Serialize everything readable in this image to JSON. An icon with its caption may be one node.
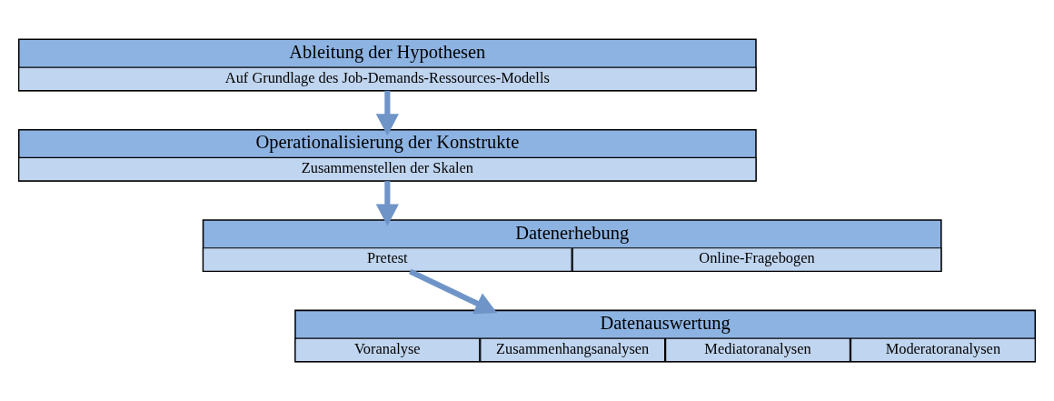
{
  "diagram": {
    "nodes": [
      {
        "text": [
          "Ableitung der Hypothesen"
        ]
      },
      {
        "text": [
          "Auf Grundlage des Job-Demands-Ressources-Modells"
        ],
        "in": 0
      },
      {
        "text": [
          "Operationalisierung der Konstrukte"
        ]
      },
      {
        "text": [
          "Zusammenstellen der Skalen"
        ],
        "in": 2
      },
      {
        "text": [
          "Datenerhebung"
        ]
      },
      {
        "text": [
          "Pretest"
        ],
        "in": 4
      },
      {
        "text": [
          "Online-Fragebogen"
        ],
        "in": 4
      },
      {
        "text": [
          "Datenauswertung"
        ]
      },
      {
        "text": [
          "Voranalyse"
        ],
        "in": 7
      },
      {
        "text": [
          "Zusammenhangsanalysen"
        ],
        "in": 7
      },
      {
        "text": [
          "Mediatoranalysen"
        ],
        "in": 7
      },
      {
        "text": [
          "Moderatoranalysen"
        ],
        "in": 7
      }
    ],
    "edges": [
      {
        "from": 0,
        "to": 2,
        "arrow": "to"
      },
      {
        "from": 2,
        "to": 4,
        "arrow": "to"
      },
      {
        "from": 4,
        "to": 7,
        "arrow": "to"
      }
    ]
  }
}
